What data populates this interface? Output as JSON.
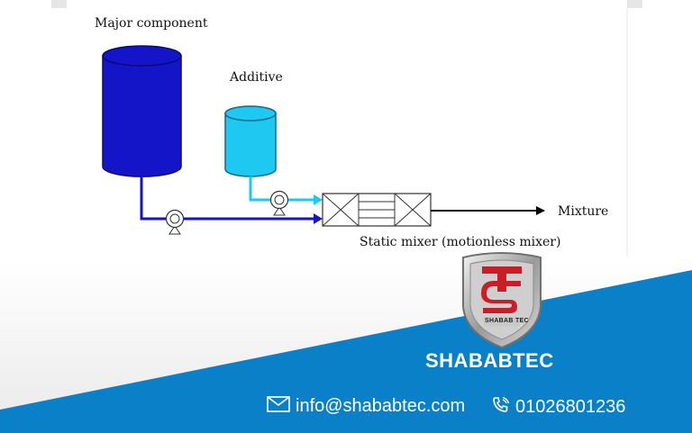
{
  "diagram": {
    "major_component_label": "Major component",
    "additive_label": "Additive",
    "mixture_label": "Mixture",
    "mixer_label": "Static mixer (motionless mixer)"
  },
  "brand": {
    "logo_text": "SHABAB TEC",
    "name": "SHABABTEC",
    "email": "info@shababtec.com",
    "phone": "01026801236"
  },
  "colors": {
    "major_tank": "#1414c8",
    "additive_tank": "#1ec8f0",
    "footer_blue": "#0a80c8",
    "logo_red": "#c81e28"
  },
  "icons": [
    "envelope-icon",
    "phone-icon",
    "shield-logo-icon",
    "pump-icon"
  ]
}
